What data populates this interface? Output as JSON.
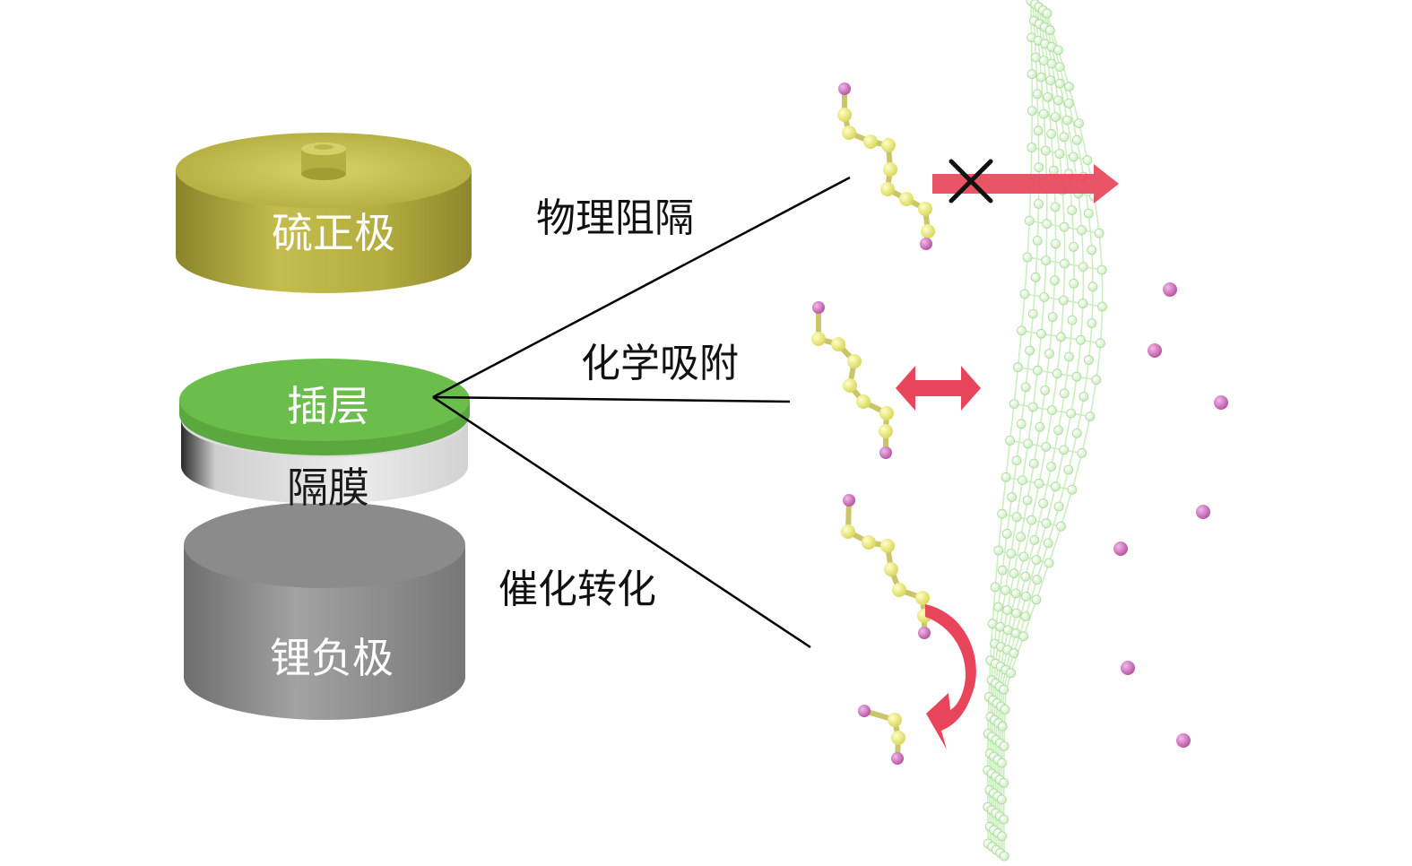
{
  "components": {
    "cathode": "硫正极",
    "interlayer": "插层",
    "separator": "隔膜",
    "anode": "锂负极"
  },
  "mechanisms": {
    "physical_blocking": "物理阻隔",
    "chemical_adsorption": "化学吸附",
    "catalytic_conversion": "催化转化"
  },
  "colors": {
    "cathode": "#b9b240",
    "interlayer": "#6abf4b",
    "separator": "#e3e3e3",
    "anode": "#8e8e8e",
    "sulfur_atom": "#e3e36e",
    "lithium_atom": "#c865b4",
    "interlayer_lattice": "#d9f5cf",
    "arrow": "#e8455a"
  },
  "icons": [
    "cross-icon",
    "blocked-arrow-icon",
    "double-arrow-icon",
    "curved-arrow-icon"
  ]
}
